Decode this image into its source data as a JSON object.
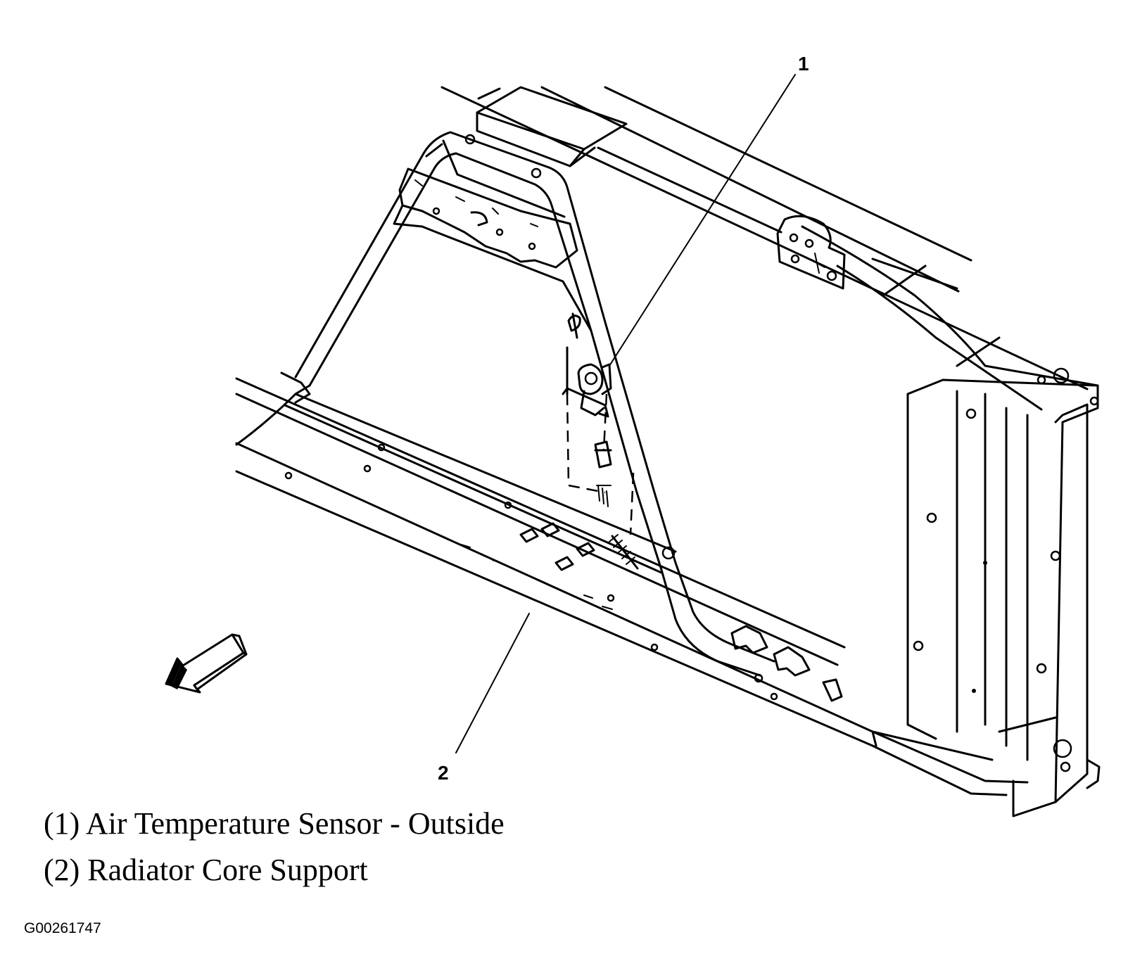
{
  "figure": {
    "callouts": [
      {
        "number": "1"
      },
      {
        "number": "2"
      }
    ],
    "legend": [
      "(1) Air Temperature Sensor - Outside",
      "(2) Radiator Core Support"
    ],
    "figure_id": "G00261747",
    "icons": [
      "direction-arrow-icon",
      "air-temperature-sensor",
      "radiator-core-support"
    ]
  }
}
